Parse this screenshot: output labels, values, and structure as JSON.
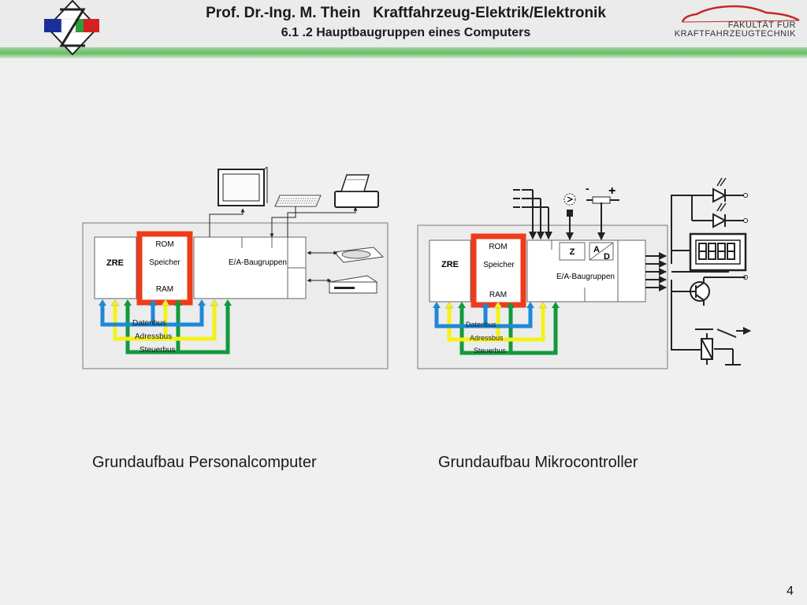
{
  "header": {
    "title": "Prof. Dr.-Ing. M. Thein   Kraftfahrzeug-Elektrik/Elektronik",
    "subtitle": "6.1 .2 Hauptbaugruppen eines Computers",
    "faculty_line1": "FAKULTÄT FÜR",
    "faculty_line2": "KRAFTFAHRZEUGTECHNIK"
  },
  "pc_diagram": {
    "zre": "ZRE",
    "rom": "ROM",
    "speicher": "Speicher",
    "ram": "RAM",
    "ea": "E/A-Baugruppen",
    "datenbus": "Datenbus",
    "adressbus": "Adressbus",
    "steuerbus": "Steuerbus"
  },
  "mc_diagram": {
    "zre": "ZRE",
    "rom": "ROM",
    "speicher": "Speicher",
    "ram": "RAM",
    "ea": "E/A-Baugruppen",
    "z": "Z",
    "a": "A",
    "d": "D",
    "minus": "-",
    "plus": "+",
    "datenbus": "Datenbus",
    "adressbus": "Adressbus",
    "steuerbus": "Steuerbus"
  },
  "captions": {
    "pc": "Grundaufbau Personalcomputer",
    "mc": "Grundaufbau Mikrocontroller"
  },
  "page_number": "4",
  "colors": {
    "datenbus": "#1e88d8",
    "adressbus": "#f2f21a",
    "steuerbus": "#129a3c",
    "memory_highlight": "#ee3b1a",
    "header_bar": "#6cbb68"
  }
}
